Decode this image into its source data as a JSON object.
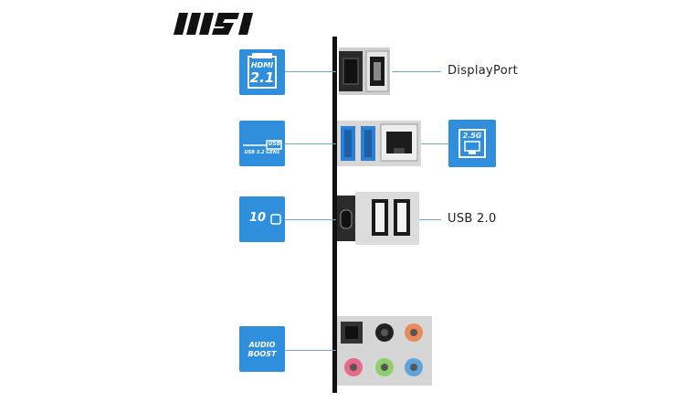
{
  "brand": {
    "logo_text": "MSI"
  },
  "tiles": {
    "hdmi": {
      "line1": "HDMI",
      "line2": "2.1"
    },
    "usb32": {
      "top": "USB",
      "bottom": "USB 3.2 GEN1"
    },
    "lan": {
      "speed": "2.5G"
    },
    "usbc": {
      "text": "10"
    },
    "audio": {
      "line1": "AUDIO",
      "line2": "BOOST"
    }
  },
  "labels": {
    "displayport": "DisplayPort",
    "usb20": "USB 2.0"
  },
  "colors": {
    "tile_blue": "#2f8fdc",
    "leader_line": "#6aa8d8",
    "usb3_blue": "#2d7fd3",
    "jack_orange": "#e98a5b",
    "jack_pink": "#e76a8a",
    "jack_green": "#8fcf6a",
    "jack_blue": "#5fa5dd",
    "jack_black": "#222222"
  }
}
